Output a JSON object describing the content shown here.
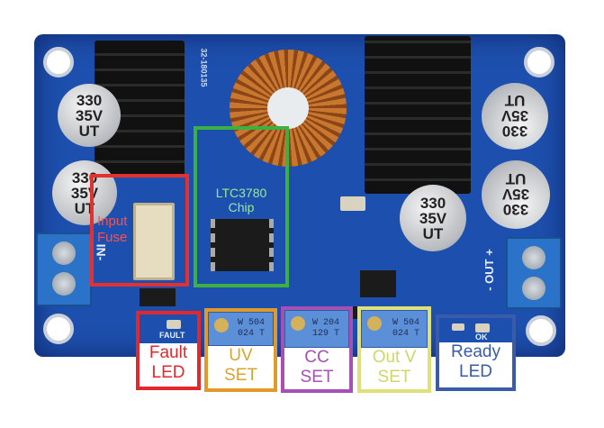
{
  "board": {
    "capacitor_text": {
      "line1": "330",
      "line2": "35V",
      "line3": "UT"
    },
    "silkscreen": {
      "in_label": "IN-",
      "out_label": "- OUT +",
      "fault_marking": "FAULT",
      "ok_marking": "OK",
      "part_number": "32-180135"
    },
    "pots": [
      {
        "top": "W 504",
        "bottom": "024 T"
      },
      {
        "top": "W 204",
        "bottom": "129 T"
      },
      {
        "top": "W 504",
        "bottom": "024 T"
      }
    ]
  },
  "annotations": {
    "input_fuse": {
      "line1": "Input",
      "line2": "Fuse",
      "color": "#e53030"
    },
    "chip": {
      "line1": "LTC3780",
      "line2": "Chip",
      "color": "#3cb043"
    },
    "fault_led": {
      "line1": "Fault",
      "line2": "LED",
      "color": "#e0282d"
    },
    "uv_set": {
      "line1": "UV",
      "line2": "SET",
      "color": "#e09a2a"
    },
    "cc_set": {
      "line1": "CC",
      "line2": "SET",
      "color": "#a64fb5"
    },
    "out_v_set": {
      "line1": "Out V",
      "line2": "SET",
      "color": "#dfe07a"
    },
    "ready_led": {
      "line1": "Ready",
      "line2": "LED",
      "color": "#3a5ba8"
    }
  }
}
